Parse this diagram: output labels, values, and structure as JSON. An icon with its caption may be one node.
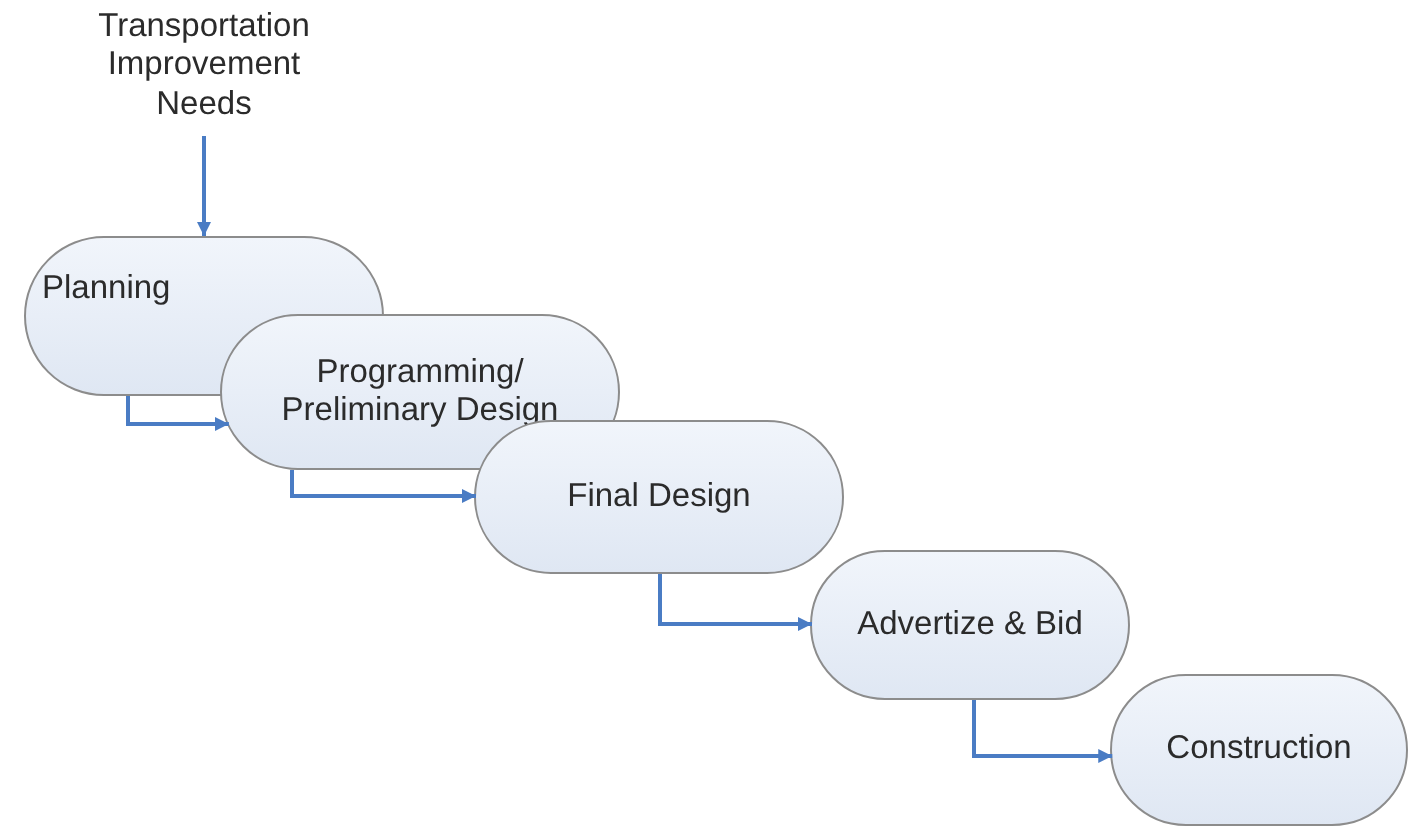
{
  "diagram": {
    "nodes": [
      {
        "text": [
          "Transportation Improvement Needs"
        ]
      },
      {
        "text": [
          "Planning"
        ]
      },
      {
        "text": [
          "Programming/ Preliminary Design"
        ]
      },
      {
        "text": [
          "Final Design"
        ]
      },
      {
        "text": [
          "Advertize & Bid"
        ]
      },
      {
        "text": [
          "Construction"
        ]
      }
    ],
    "edges": [
      {
        "from": 0,
        "to": 1,
        "arrow": "to"
      },
      {
        "from": 1,
        "to": 2,
        "arrow": "to"
      },
      {
        "from": 2,
        "to": 3,
        "arrow": "to"
      },
      {
        "from": 3,
        "to": 4,
        "arrow": "to"
      },
      {
        "from": 4,
        "to": 5,
        "arrow": "to"
      }
    ]
  }
}
